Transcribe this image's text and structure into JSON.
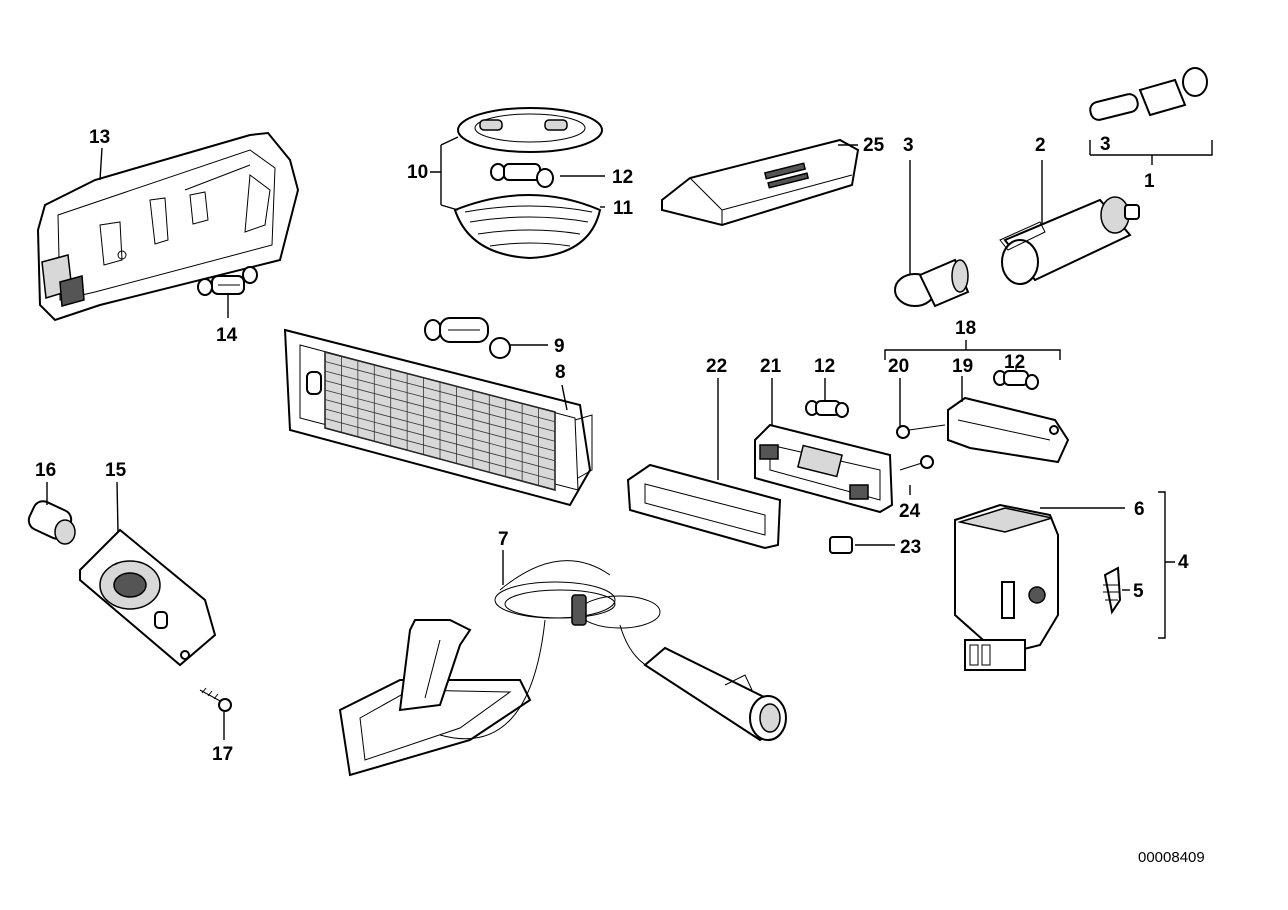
{
  "diagram": {
    "callouts": [
      "1",
      "2",
      "3",
      "3",
      "4",
      "5",
      "6",
      "7",
      "8",
      "9",
      "10",
      "11",
      "12",
      "12",
      "12",
      "13",
      "14",
      "15",
      "16",
      "17",
      "18",
      "19",
      "20",
      "21",
      "22",
      "23",
      "24",
      "25"
    ],
    "drawing_number": "00008409"
  }
}
